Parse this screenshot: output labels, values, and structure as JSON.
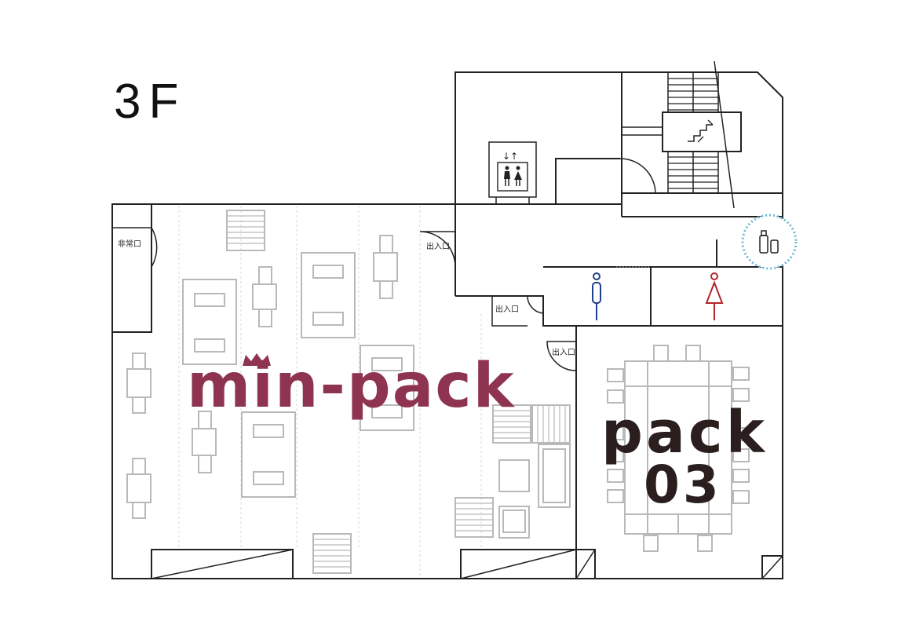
{
  "floor": {
    "label": "3F"
  },
  "rooms": {
    "main": {
      "name": "min-pack",
      "color": "#8e3450"
    },
    "meeting": {
      "name": "pack",
      "number": "03",
      "color": "#2a1e1e"
    }
  },
  "doors": {
    "emergency_exit": "非常口",
    "entrance_1": "出入口",
    "entrance_2": "出入口",
    "entrance_3": "出入口"
  },
  "icons": {
    "elevator": "elevator-icon",
    "stairs": "stairs-icon",
    "restroom_male": "male-restroom-icon",
    "restroom_female": "female-restroom-icon",
    "trash": "trash-bin-icon"
  },
  "colors": {
    "male": "#1f3f8a",
    "female": "#b3242c",
    "trash_highlight": "#6fb8d6"
  }
}
